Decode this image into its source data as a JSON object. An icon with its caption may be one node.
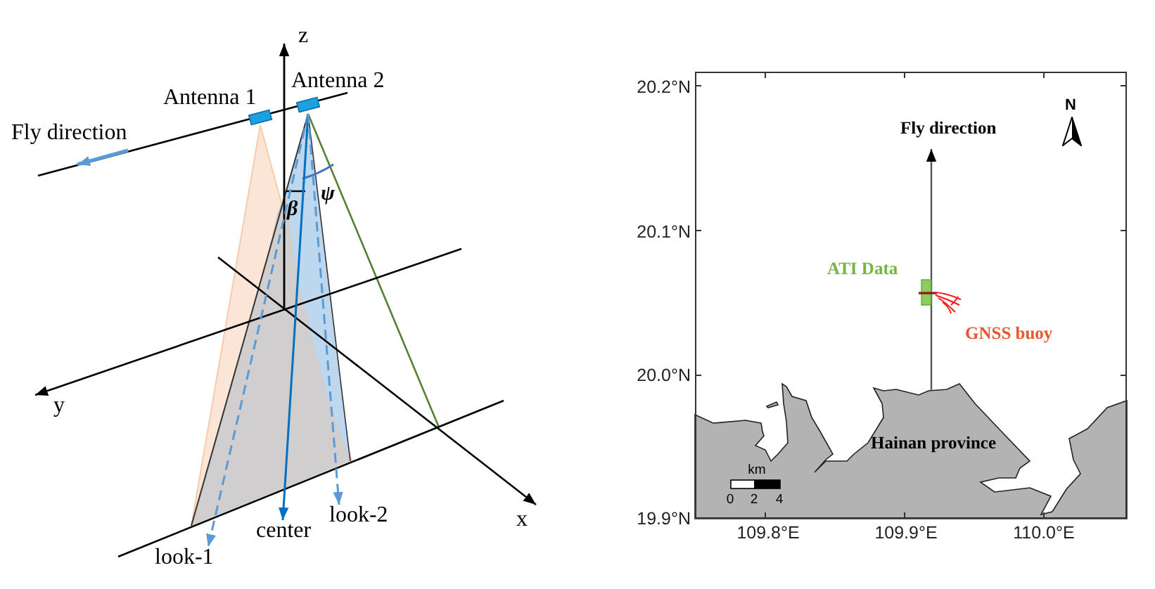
{
  "diagram": {
    "nodes": [
      {
        "text": [
          "Antenna 1"
        ]
      },
      {
        "text": [
          "Antenna 2"
        ]
      },
      {
        "text": [
          "look-1"
        ]
      },
      {
        "text": [
          "center"
        ]
      },
      {
        "text": [
          "look-2"
        ]
      }
    ],
    "edges": [
      {
        "from": 1,
        "to": 2,
        "arrow": "to",
        "style": "dashed"
      },
      {
        "from": 1,
        "to": 3,
        "arrow": "to",
        "color": "#0070c0"
      },
      {
        "from": 1,
        "to": 4,
        "arrow": "to",
        "style": "dashed"
      }
    ],
    "labels": [
      "z",
      "Fly direction",
      "β",
      "ψ",
      "y",
      "x",
      "20.2°N",
      "N",
      "Fly direction",
      "20.1°N",
      "ATI Data",
      "GNSS buoy",
      "20.0°N",
      "Hainan province",
      "km",
      "0",
      "2",
      "4",
      "19.9°N",
      "109.8°E",
      "109.9°E",
      "110.0°E"
    ]
  }
}
